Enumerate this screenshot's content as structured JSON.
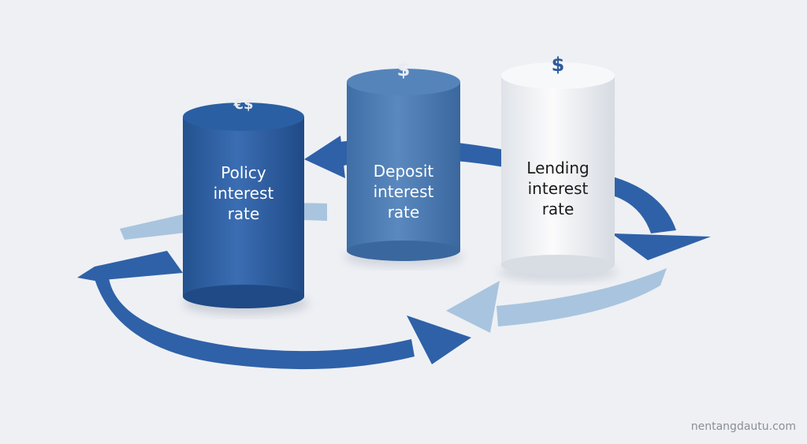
{
  "cylinders": [
    {
      "label_lines": [
        "Policy",
        "interest",
        "rate"
      ],
      "symbol": "€$",
      "body_color": "#2e60a6",
      "text_color": "#ffffff",
      "symbol_color": "#e8ecf2"
    },
    {
      "label_lines": [
        "Deposit",
        "interest",
        "rate"
      ],
      "symbol": "$",
      "body_color": "#4b7bb3",
      "text_color": "#ffffff",
      "symbol_color": "#e8ecf2"
    },
    {
      "label_lines": [
        "Lending",
        "interest",
        "rate"
      ],
      "symbol": "$",
      "body_color": "#eef0f3",
      "text_color": "#1c1c1c",
      "symbol_color": "#2e5a9c"
    }
  ],
  "arrow_colors": {
    "dark": "#2f61a8",
    "light": "#a9c4de"
  },
  "watermark": "nentangdautu.com"
}
